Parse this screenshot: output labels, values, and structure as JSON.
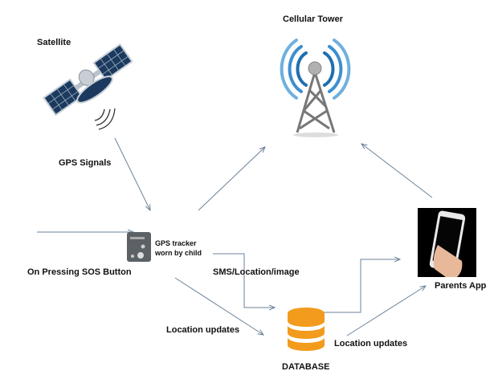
{
  "diagram": {
    "nodes": {
      "satellite": {
        "label": "Satellite",
        "icon": "satellite-icon"
      },
      "cellular_tower": {
        "label": "Cellular Tower",
        "icon": "cell-tower-icon"
      },
      "gps_tracker": {
        "label_line1": "GPS tracker",
        "label_line2": "worn by child",
        "icon": "gps-tracker-icon"
      },
      "database": {
        "label": "DATABASE",
        "icon": "database-icon",
        "color": "#f29b1d"
      },
      "parents_app": {
        "label": "Parents App",
        "icon": "smartphone-icon"
      }
    },
    "edge_labels": {
      "gps_signals": "GPS Signals",
      "sos_button": "On Pressing SOS Button",
      "sms_location_image": "SMS/Location/image",
      "location_updates_tracker_db": "Location updates",
      "location_updates_db_app": "Location updates"
    },
    "colors": {
      "arrow": "#6b8299",
      "tower_waves": "#2f86c4",
      "satellite_panel": "#1c3a5e"
    }
  }
}
